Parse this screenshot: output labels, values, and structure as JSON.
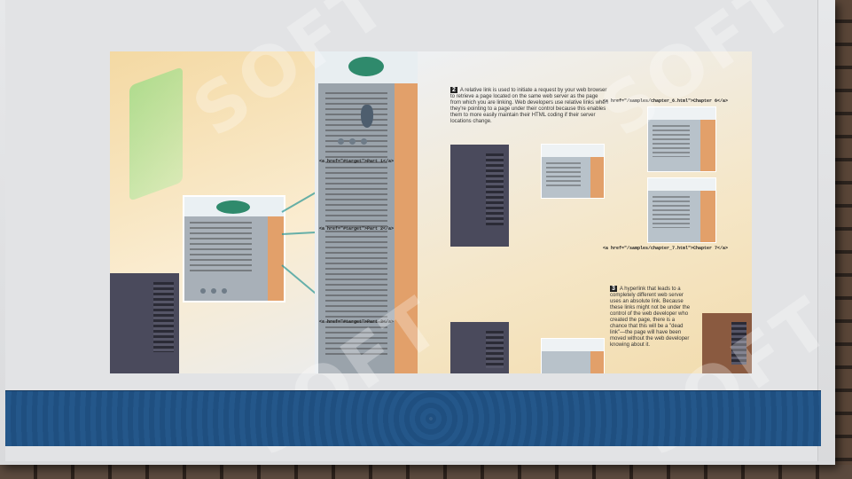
{
  "slide": {
    "background": "#e2e3e5",
    "band_color": "#24578a"
  },
  "figure": {
    "left_links": [
      "<a href=\"#target\">Part 1</a>",
      "<a href=\"#target\">Part 2</a>",
      "<a href=\"#target\">Part 3</a>"
    ],
    "right_links": [
      "<a href=\"/samples/chapter_6.html\">Chapter 6</a>",
      "<a href=\"/samples/chapter_7.html\">Chapter 7</a>"
    ],
    "callout_2_number": "2",
    "callout_2_text": "A relative link is used to initiate a request by your web browser to retrieve a page located on the same web server as the page from which you are linking. Web developers use relative links when they're pointing to a page under their control because this enables them to more easily maintain their HTML coding if their server locations change.",
    "callout_3_number": "3",
    "callout_3_text": "A hyperlink that leads to a completely different web server uses an absolute link. Because these links might not be under the control of the web developer who created the page, there is a chance that this will be a \"dead link\"—the page will have been moved without the web developer knowing about it."
  },
  "watermark_text": "SOFT",
  "icons": [
    "server-icon",
    "web-page-icon",
    "logo-mark-icon"
  ]
}
